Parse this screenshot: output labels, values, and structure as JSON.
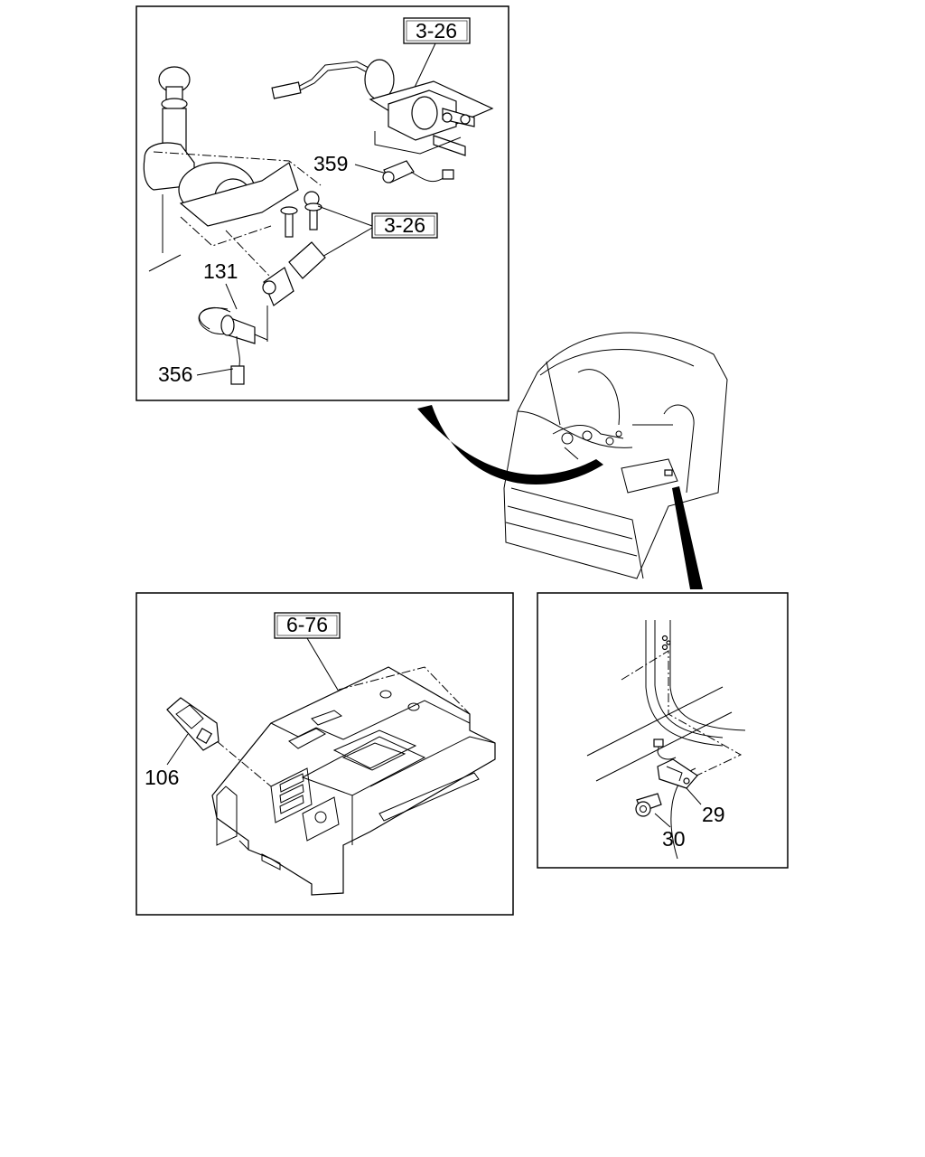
{
  "refs": {
    "top_upper": "3-26",
    "top_lower": "3-26",
    "bottom_left": "6-76"
  },
  "parts": {
    "p359": "359",
    "p131": "131",
    "p356": "356",
    "p106": "106",
    "p29": "29",
    "p30": "30"
  }
}
